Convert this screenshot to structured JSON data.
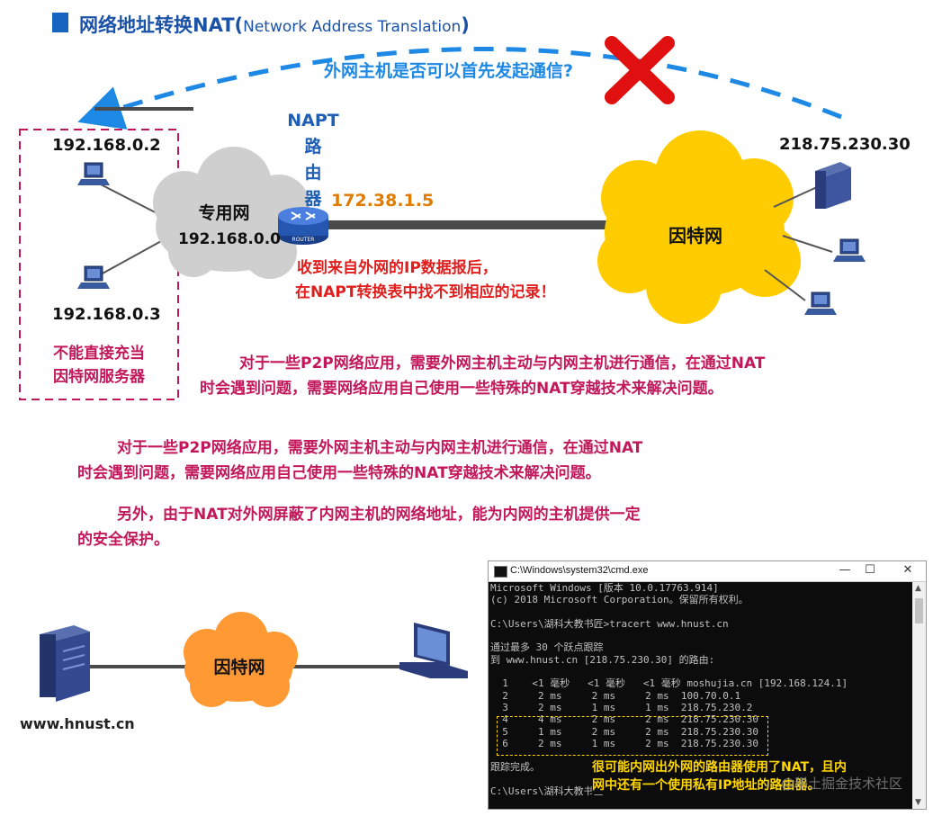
{
  "title": {
    "main": "网络地址转换NAT(",
    "en": "Network Address Translation",
    "close": ")"
  },
  "question": "外网主机是否可以首先发起通信?",
  "hosts": {
    "left_top": "192.168.0.2",
    "left_bottom": "192.168.0.3",
    "right_server": "218.75.230.30"
  },
  "private_net": {
    "label": "专用网",
    "ip": "192.168.0.0"
  },
  "router": {
    "label": "NAPT\n路\n由\n器",
    "public_ip": "172.38.1.5",
    "icon_text": "ROUTER"
  },
  "internet_label": "因特网",
  "red_note": [
    "收到来自外网的IP数据报后，",
    "在NAPT转换表中找不到相应的记录！"
  ],
  "box_note": [
    "不能直接充当",
    "因特网服务器"
  ],
  "p2p_note": [
    "对于一些P2P网络应用，需要外网主机主动与内网主机进行通信，在通过NAT",
    "时会遇到问题，需要网络应用自己使用一些特殊的NAT穿越技术来解决问题。"
  ],
  "para1": [
    "对于一些P2P网络应用，需要外网主机主动与内网主机进行通信，在通过NAT",
    "时会遇到问题，需要网络应用自己使用一些特殊的NAT穿越技术来解决问题。"
  ],
  "para2": [
    "另外，由于NAT对外网屏蔽了内网主机的网络地址，能为内网的主机提供一定",
    "的安全保护。"
  ],
  "bottom": {
    "internet_label": "因特网",
    "domain": "www.hnust.cn"
  },
  "cmd": {
    "title": "C:\\Windows\\system32\\cmd.exe",
    "buttons": [
      "—",
      "☐",
      "✕"
    ],
    "lines": [
      "Microsoft Windows [版本 10.0.17763.914]",
      "(c) 2018 Microsoft Corporation。保留所有权利。",
      "",
      "C:\\Users\\湖科大教书匠>tracert www.hnust.cn",
      "",
      "通过最多 30 个跃点跟踪",
      "到 www.hnust.cn [218.75.230.30] 的路由:",
      "",
      "  1    <1 毫秒   <1 毫秒   <1 毫秒 moshujia.cn [192.168.124.1]",
      "  2     2 ms     2 ms     2 ms  100.70.0.1",
      "  3     2 ms     1 ms     1 ms  218.75.230.2",
      "  4     4 ms     2 ms     2 ms  218.75.230.30",
      "  5     1 ms     2 ms     2 ms  218.75.230.30",
      "  6     2 ms     1 ms     2 ms  218.75.230.30",
      "",
      "跟踪完成。",
      "",
      "C:\\Users\\湖科大教书匠>"
    ],
    "note": "很可能内网出外网的路由器使用了NAT，且内\n网中还有一个使用私有IP地址的路由器。"
  },
  "watermark": "@稀土掘金技术社区",
  "colors": {
    "title_blue": "#1a52a8",
    "question_blue": "#1e88e5",
    "red": "#e01e1e",
    "orange": "#e07b00",
    "magenta": "#c2185b",
    "cloud_grey": "#cfcfcf",
    "cloud_yellow": "#ffcc00",
    "cloud_orange": "#ff9933",
    "note_yellow": "#ffd600"
  }
}
